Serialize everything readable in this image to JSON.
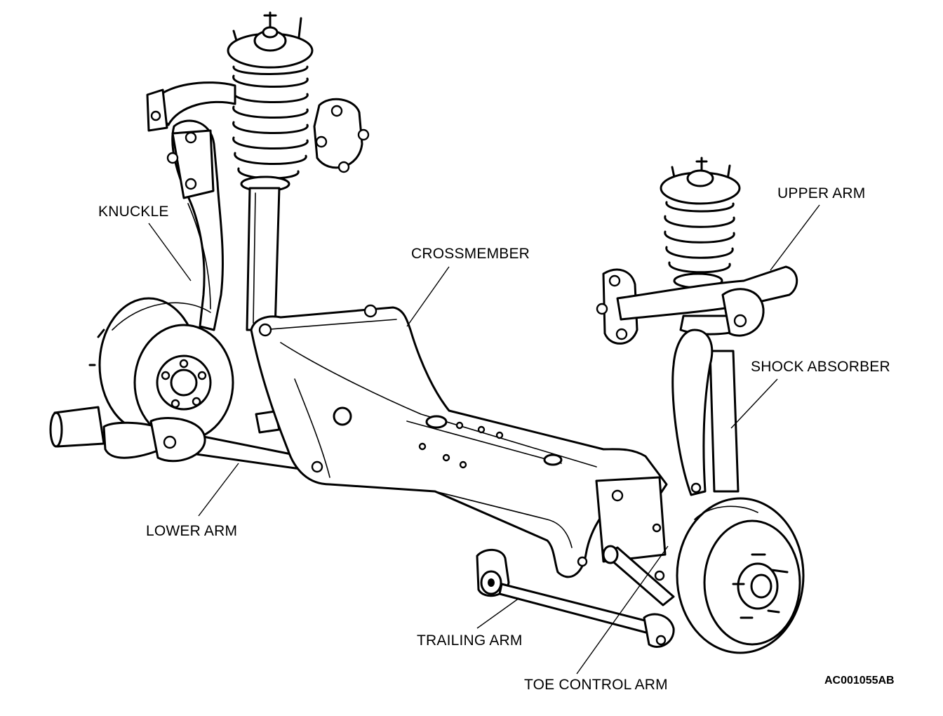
{
  "labels": {
    "knuckle": "KNUCKLE",
    "crossmember": "CROSSMEMBER",
    "upper_arm": "UPPER ARM",
    "shock_absorber": "SHOCK ABSORBER",
    "lower_arm": "LOWER ARM",
    "trailing_arm": "TRAILING ARM",
    "toe_control_arm": "TOE CONTROL ARM"
  },
  "figure_code": "AC001055AB"
}
